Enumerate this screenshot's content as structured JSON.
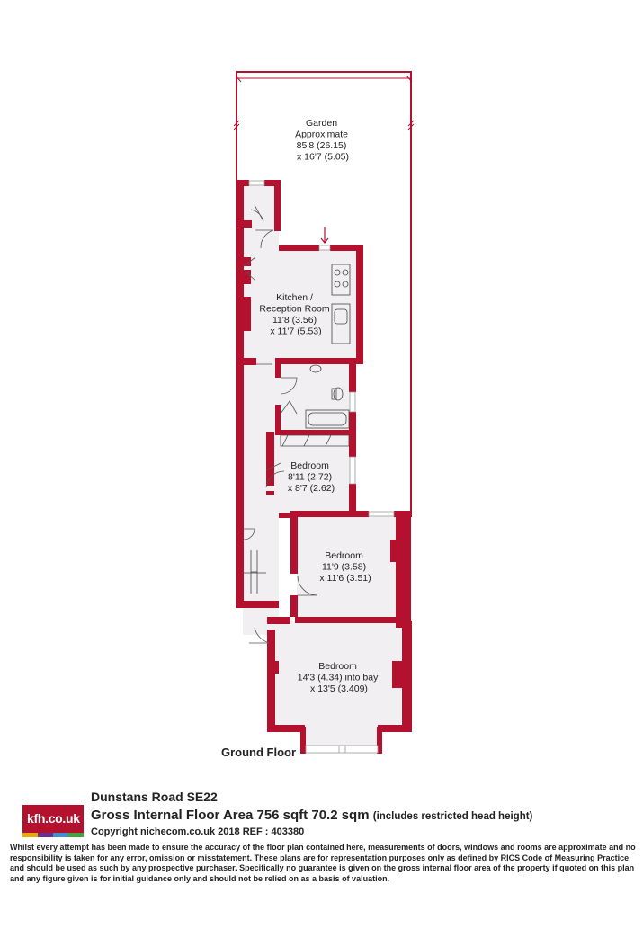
{
  "colors": {
    "wall": "#b4112e",
    "floor": "#f1eff1",
    "text": "#222222"
  },
  "rooms": {
    "garden": [
      "Garden",
      "Approximate",
      "85'8 (26.15)",
      "x 16'7 (5.05)"
    ],
    "kitchen": [
      "Kitchen /",
      "Reception Room",
      "11'8 (3.56)",
      "x 11'7 (5.53)"
    ],
    "bedroom_small": [
      "Bedroom",
      "8'11 (2.72)",
      "x 8'7 (2.62)"
    ],
    "bedroom_middle": [
      "Bedroom",
      "11'9 (3.58)",
      "x 11'6 (3.51)"
    ],
    "bedroom_front": [
      "Bedroom",
      "14'3 (4.34) into bay",
      "x 13'5 (3.409)"
    ]
  },
  "floor_label": "Ground Floor",
  "logo": {
    "text": "kfh.co.uk",
    "strip_colors": [
      "#e8a900",
      "#6a2f8f",
      "#3f8fd0",
      "#46a23a"
    ]
  },
  "footer": {
    "address": "Dunstans Road  SE22",
    "area": "Gross Internal Floor Area 756 sqft 70.2 sqm",
    "area_note": "(includes restricted head height)",
    "copyright": "Copyright nichecom.co.uk 2018 REF : 403380",
    "disclaimer": "Whilst every attempt has been made to ensure the accuracy of the floor plan contained here, measurements of doors, windows and rooms are approximate and no responsibility is taken for any error, omission or misstatement.  These plans are for representation purposes only as defined by RICS Code of Measuring Practice and should be used as such by any prospective purchaser.  Specifically no guarantee is given on the gross internal floor area of the property if quoted on this plan and any figure given is for initial guidance only and should not be relied on as a basis of valuation."
  }
}
